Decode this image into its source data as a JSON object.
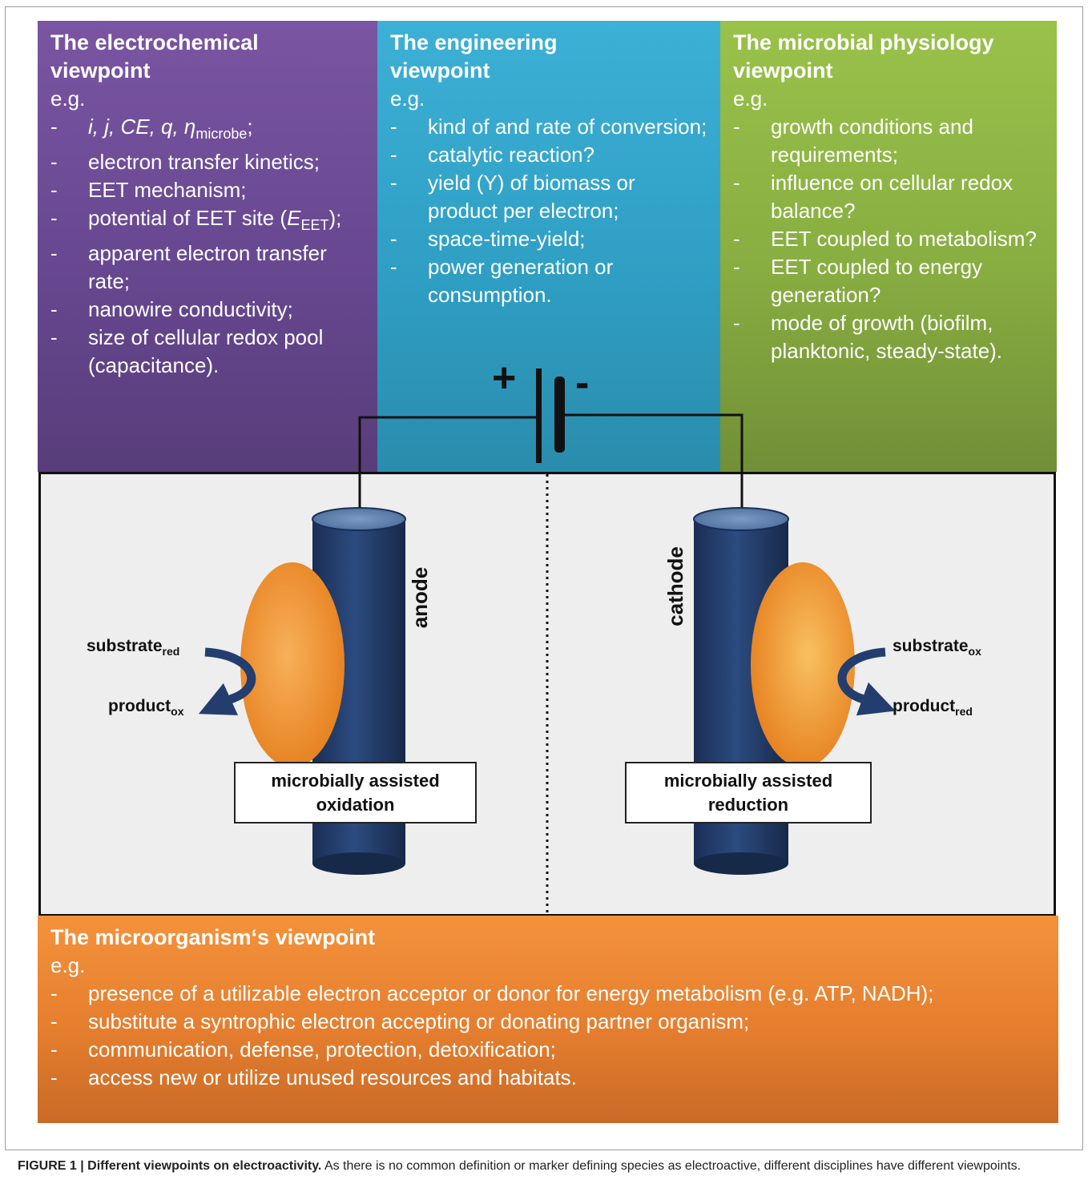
{
  "panels": {
    "electrochemical": {
      "title": "The electrochemical\nviewpoint",
      "eg": "e.g.",
      "items": [
        {
          "pre": "",
          "sym": "i, j, CE, q, η",
          "sub": "microbe",
          "post": ";"
        },
        {
          "pre": "electron  transfer kinetics;",
          "sym": "",
          "sub": "",
          "post": ""
        },
        {
          "pre": "EET mechanism;",
          "sym": "",
          "sub": "",
          "post": ""
        },
        {
          "pre": "potential of EET site (",
          "sym": "E",
          "sub": "EET",
          "post": ");"
        },
        {
          "pre": "apparent electron transfer rate;",
          "sym": "",
          "sub": "",
          "post": ""
        },
        {
          "pre": "nanowire conductivity;",
          "sym": "",
          "sub": "",
          "post": ""
        },
        {
          "pre": "size of cellular redox pool (capacitance).",
          "sym": "",
          "sub": "",
          "post": ""
        }
      ]
    },
    "engineering": {
      "title": "The engineering\nviewpoint",
      "eg": "e.g.",
      "items": [
        "kind of and rate of conversion;",
        "catalytic reaction?",
        "yield (Y) of biomass or product  per electron;",
        "space-time-yield;",
        "power generation or consumption."
      ]
    },
    "physiology": {
      "title": "The microbial physiology\nviewpoint",
      "eg": "e.g.",
      "items": [
        "growth conditions and requirements;",
        "influence on cellular redox balance?",
        "EET coupled to metabolism?",
        "EET coupled to energy generation?",
        "mode of growth (biofilm, planktonic, steady-state)."
      ]
    },
    "microorganism": {
      "title": "The microorganism‘s viewpoint",
      "eg": "e.g.",
      "items": [
        "presence of a utilizable electron acceptor or donor for energy metabolism (e.g. ATP, NADH);",
        "substitute a syntrophic electron accepting or donating partner organism;",
        "communication, defense, protection, detoxification;",
        "access new or utilize unused resources and habitats."
      ]
    }
  },
  "battery": {
    "plus": "+",
    "minus": "-"
  },
  "anode": {
    "label": "anode",
    "substrate": "substrate",
    "substrate_sub": "red",
    "product": "product",
    "product_sub": "ox",
    "box_line1": "microbially assisted",
    "box_line2": "oxidation"
  },
  "cathode": {
    "label": "cathode",
    "substrate": "substrate",
    "substrate_sub": "ox",
    "product": "product",
    "product_sub": "red",
    "box_line1": "microbially assisted",
    "box_line2": "reduction"
  },
  "caption": {
    "bold": "FIGURE 1 | Different viewpoints on electroactivity.",
    "text": " As there is no common definition or marker defining species as electroactive, different disciplines have different viewpoints."
  },
  "colors": {
    "electrochemical": "#6f4e99",
    "engineering": "#35a7cd",
    "physiology": "#8fb944",
    "microorganism": "#ee8a35",
    "electrode": "#233e6e",
    "microbe": "#f29a3c"
  }
}
